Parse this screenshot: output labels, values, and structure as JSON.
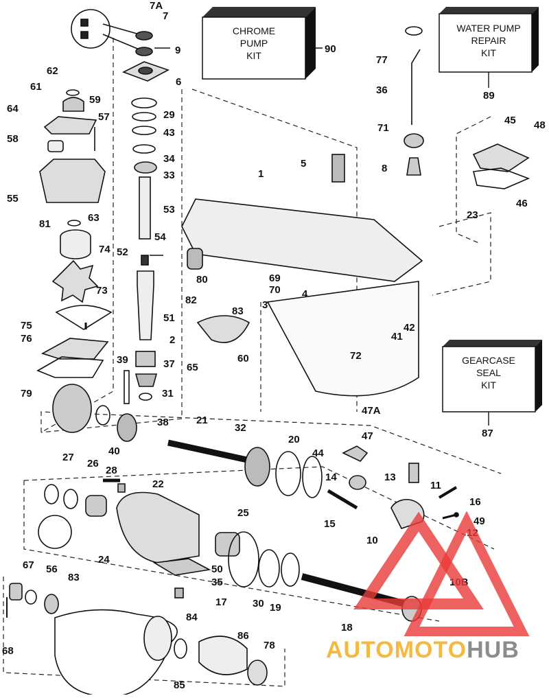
{
  "kits": {
    "chrome_pump": [
      "CHROME",
      "PUMP",
      "KIT"
    ],
    "water_pump_repair": [
      "WATER PUMP",
      "REPAIR",
      "KIT"
    ],
    "gearcase_seal": [
      "GEARCASE",
      "SEAL",
      "KIT"
    ]
  },
  "part_numbers": {
    "chrome_pump": "90",
    "water_pump_repair": "89",
    "gearcase_seal": "87"
  },
  "callouts": [
    "7A",
    "7",
    "9",
    "6",
    "29",
    "43",
    "34",
    "33",
    "53",
    "54",
    "52",
    "51",
    "2",
    "37",
    "31",
    "39",
    "38",
    "21",
    "32",
    "20",
    "44",
    "62",
    "61",
    "59",
    "64",
    "57",
    "58",
    "55",
    "81",
    "63",
    "74",
    "73",
    "75",
    "76",
    "79",
    "40",
    "1",
    "5",
    "77",
    "36",
    "71",
    "8",
    "45",
    "48",
    "23",
    "46",
    "80",
    "69",
    "70",
    "83",
    "82",
    "3",
    "4",
    "42",
    "41",
    "65",
    "60",
    "72",
    "47A",
    "47",
    "14",
    "13",
    "11",
    "16",
    "49",
    "12",
    "15",
    "10",
    "10B",
    "27",
    "26",
    "28",
    "22",
    "25",
    "24",
    "50",
    "35",
    "17",
    "30",
    "19",
    "18",
    "67",
    "56",
    "83",
    "68",
    "84",
    "86",
    "78",
    "85"
  ],
  "watermark": {
    "prefix": "AUTO",
    "middle": "MOTO",
    "suffix": "HUB",
    "colors": {
      "prefix": "#f5b840",
      "middle": "#f5b840",
      "suffix": "#8c8c8c",
      "logo": "#e83a3a"
    }
  }
}
